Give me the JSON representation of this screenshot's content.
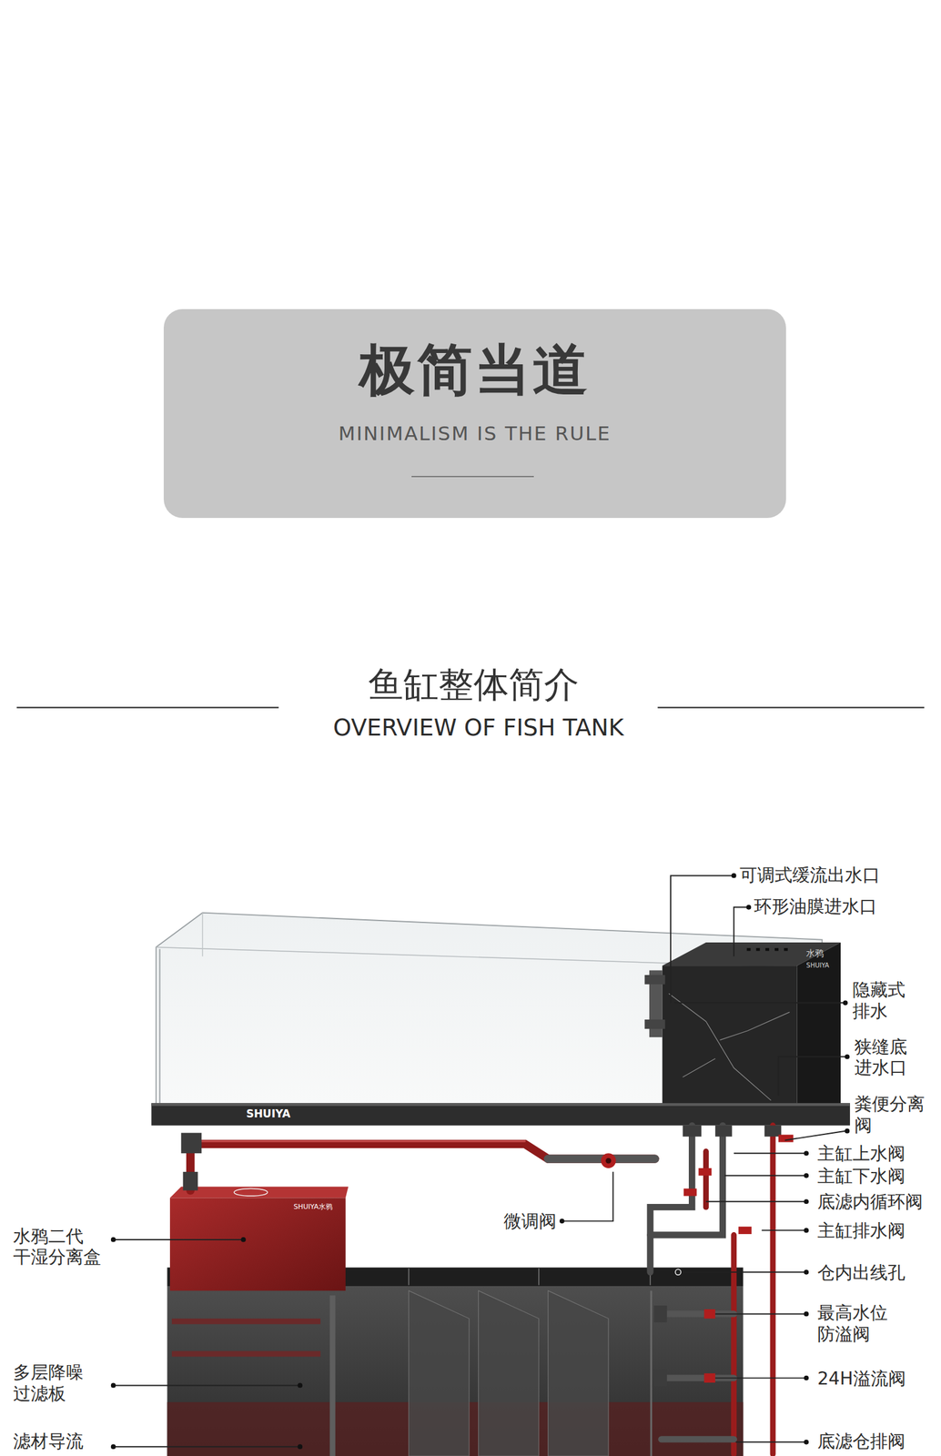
{
  "diagram": {
    "title": "鱼缸整体简介",
    "nodes": [
      {
        "text": [
          "极简当道",
          "MINIMALISM IS THE RULE"
        ]
      }
    ],
    "labels": [
      "OVERVIEW OF FISH TANK",
      "可调式缓流出水口",
      "环形油膜进水口",
      "水鸦",
      "SHUIYA",
      "隐藏式 排水",
      "狭缝底 进水口",
      "SHUIYA",
      "粪便分离 阀",
      "主缸上水阀",
      "主缸下水阀",
      "底滤内循环阀",
      "SHUIYA水鸦",
      "水鸦二代 干湿分离盒",
      "微调阀",
      "主缸排水阀",
      "仓内出线孔",
      "最高水位 防溢阀",
      "多层降噪 过滤板",
      "24H溢流阀",
      "滤材导流",
      "底滤仓排阀"
    ]
  }
}
